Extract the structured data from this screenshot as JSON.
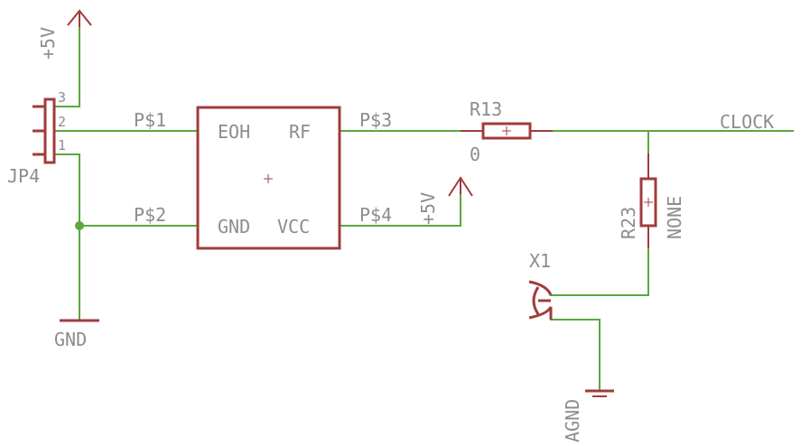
{
  "schematic": {
    "jp4": {
      "name": "JP4",
      "pins": [
        "3",
        "2",
        "1"
      ]
    },
    "supply_top": "+5V",
    "supply_mid": "+5V",
    "gnd_label": "GND",
    "agnd_label": "AGND",
    "module": {
      "pin_eoh": "EOH",
      "pin_rf": "RF",
      "pin_gnd": "GND",
      "pin_vcc": "VCC",
      "pad1": "P$1",
      "pad2": "P$2",
      "pad3": "P$3",
      "pad4": "P$4"
    },
    "r13": {
      "name": "R13",
      "value": "0"
    },
    "r23": {
      "name": "R23",
      "value": "NONE"
    },
    "x1": {
      "name": "X1"
    },
    "net_clock": "CLOCK"
  },
  "colors": {
    "wire": "#5aa83f",
    "part": "#a03c3c",
    "text": "#8c8c8c",
    "background": "#ffffff"
  }
}
